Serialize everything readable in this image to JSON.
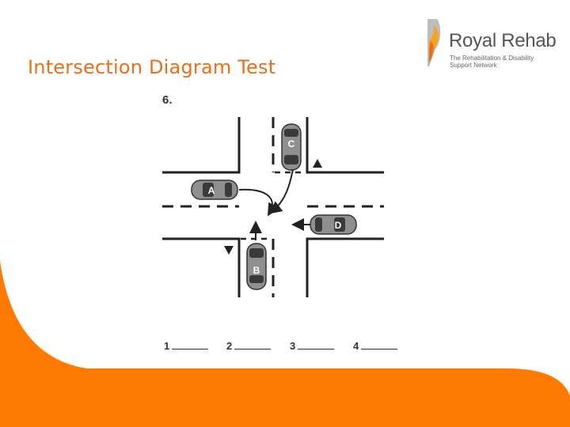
{
  "slide": {
    "title": "Intersection Diagram Test"
  },
  "logo": {
    "name": "Royal Rehab",
    "tagline_line1": "The Rehabilitation & Disability",
    "tagline_line2": "Support Network",
    "accent": "#e8701a"
  },
  "question": {
    "number": "6.",
    "answers": [
      {
        "label": "1"
      },
      {
        "label": "2"
      },
      {
        "label": "3"
      },
      {
        "label": "4"
      }
    ]
  },
  "cars": [
    {
      "label": "A",
      "heading": "east"
    },
    {
      "label": "B",
      "heading": "north"
    },
    {
      "label": "C",
      "heading": "south"
    },
    {
      "label": "D",
      "heading": "west"
    }
  ],
  "colors": {
    "title": "#e8701a",
    "swoosh": "#ff7a00",
    "road_line": "#222222",
    "car_body": "#8f8f8f",
    "car_window": "#3a3a3a"
  }
}
